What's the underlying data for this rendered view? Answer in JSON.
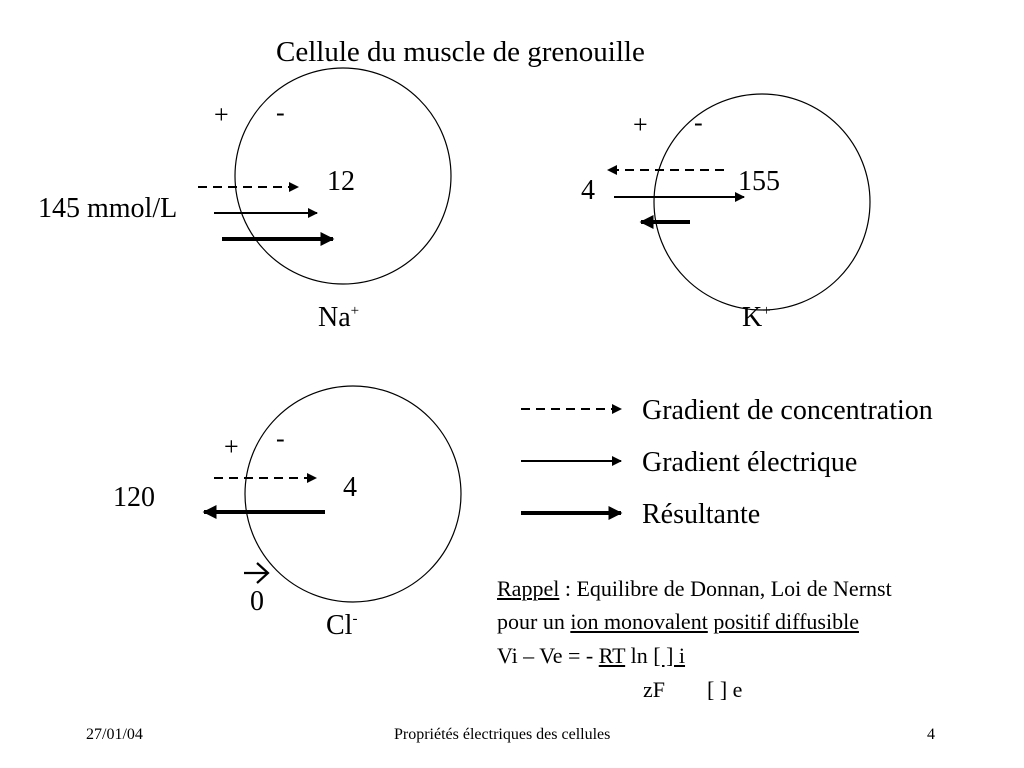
{
  "title": "Cellule du muscle de grenouille",
  "cells": {
    "na": {
      "ion_base": "Na",
      "ion_charge": "+",
      "plus": "+",
      "minus": "-",
      "inside": "12",
      "outside": "145 mmol/L"
    },
    "k": {
      "ion_base": "K",
      "ion_charge": "+",
      "plus": "+",
      "minus": "-",
      "inside": "155",
      "outside": "4"
    },
    "cl": {
      "ion_base": "Cl",
      "ion_charge": "-",
      "plus": "+",
      "minus": "-",
      "inside": "4",
      "outside": "120",
      "zero": "0"
    }
  },
  "legend": {
    "concentration": "Gradient de concentration",
    "electrique": "Gradient électrique",
    "resultante": "Résultante"
  },
  "rappel": {
    "label": "Rappel",
    "line1_rest": " : Equilibre de Donnan, Loi de Nernst",
    "line2_prefix": "pour un ",
    "ion_monovalent": "ion monovalent",
    "positif_diffusible": "positif diffusible",
    "line3_prefix": "Vi – Ve = - ",
    "rt": "RT",
    "ln": " ln ",
    "bracket_i": "[  ] i",
    "zf": "zF",
    "bracket_e": "[  ] e"
  },
  "footer": {
    "date": "27/01/04",
    "center": "Propriétés électriques des cellules",
    "page": "4"
  }
}
